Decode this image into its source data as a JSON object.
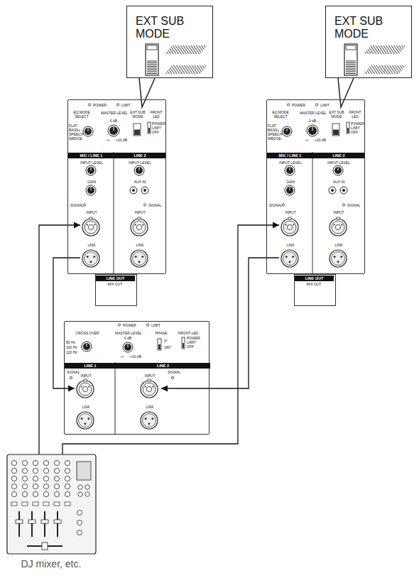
{
  "diagram": {
    "nodes": [
      {
        "text": [
          "EXT SUB MODE"
        ]
      },
      {
        "text": [
          "EXT SUB MODE"
        ]
      },
      {
        "text": [
          "POWER",
          "LIMIT",
          "EQ MODE SELECT",
          "MASTER LEVEL",
          "EXT SUB MODE",
          "FRONT LED"
        ]
      },
      {
        "text": [
          "MIC / LINE 1",
          "INPUT LEVEL",
          "GAIN",
          "SIGNAL"
        ],
        "in": 2
      },
      {
        "text": [
          "INPUT"
        ],
        "in": 3
      },
      {
        "text": [
          "LINK"
        ],
        "in": 3
      },
      {
        "text": [
          "LINE 2",
          "INPUT LEVEL",
          "AUX IN",
          "SIGNAL",
          "INPUT",
          "LINK"
        ],
        "in": 2
      },
      {
        "text": [
          "LINE OUT",
          "MIX OUT"
        ],
        "in": 2
      },
      {
        "text": [
          "POWER",
          "LIMIT",
          "EQ MODE SELECT",
          "MASTER LEVEL",
          "EXT SUB MODE",
          "FRONT LED"
        ]
      },
      {
        "text": [
          "MIC / LINE 1",
          "INPUT LEVEL",
          "GAIN",
          "SIGNAL"
        ],
        "in": 8
      },
      {
        "text": [
          "INPUT"
        ],
        "in": 9
      },
      {
        "text": [
          "LINK"
        ],
        "in": 9
      },
      {
        "text": [
          "LINE 2",
          "INPUT LEVEL",
          "AUX IN",
          "SIGNAL",
          "INPUT",
          "LINK"
        ],
        "in": 8
      },
      {
        "text": [
          "LINE OUT",
          "MIX OUT"
        ],
        "in": 8
      },
      {
        "text": [
          "POWER",
          "LIMIT",
          "CROSS OVER",
          "MASTER LEVEL",
          "PHASE",
          "FRONT LED"
        ]
      },
      {
        "text": [
          "LINE 1",
          "SIGNAL"
        ],
        "in": 14
      },
      {
        "text": [
          "INPUT"
        ],
        "in": 15
      },
      {
        "text": [
          "LINK"
        ],
        "in": 15
      },
      {
        "text": [
          "LINE 2",
          "SIGNAL"
        ],
        "in": 14
      },
      {
        "text": [
          "INPUT"
        ],
        "in": 18
      },
      {
        "text": [
          "LINK"
        ],
        "in": 18
      },
      {
        "text": [
          "DJ mixer, etc."
        ]
      }
    ],
    "edges": [
      {
        "from": 21,
        "to": 4,
        "arrow": "to"
      },
      {
        "from": 5,
        "to": 16,
        "arrow": "to"
      },
      {
        "from": 21,
        "to": 10,
        "arrow": "to"
      },
      {
        "from": 11,
        "to": 19,
        "arrow": "to"
      }
    ],
    "labels": [
      "FLAT",
      "BASS+",
      "SPEECH",
      "WEDGE",
      "0 dB",
      "-∞",
      "+10 dB",
      "POWER",
      "LIMIT",
      "OFF",
      "FLAT",
      "BASS+",
      "SPEECH",
      "WEDGE",
      "0 dB",
      "-∞",
      "+10 dB",
      "POWER",
      "LIMIT",
      "OFF",
      "80 Hz",
      "100 Hz",
      "120 Hz",
      "0 dB",
      "-∞",
      "+10 dB",
      "0°",
      "180°",
      "POWER",
      "LIMIT",
      "OFF"
    ]
  }
}
